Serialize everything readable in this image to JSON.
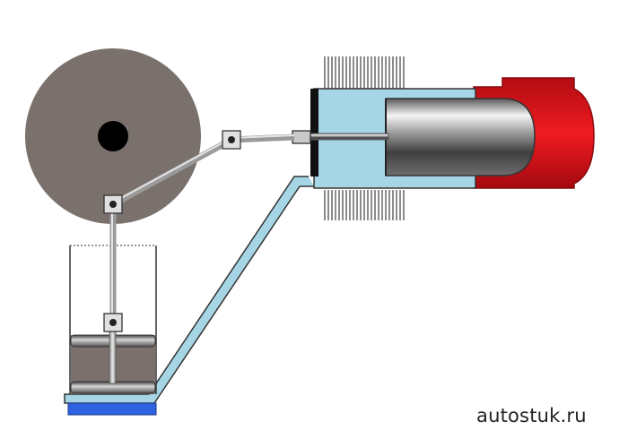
{
  "watermark": {
    "text": "autostuk.ru"
  },
  "colors": {
    "background": "#ffffff",
    "flywheel": "#7a716d",
    "flywheel_hub": "#000000",
    "hot_cap": "#e8151c",
    "hot_cap_edge": "#8a0a0e",
    "working_gas": "#a6d6e6",
    "cold_plate": "#2f62e0",
    "fins": "#7d7d7d",
    "rod": "#b8b8b8",
    "outline": "#333333"
  },
  "icons": {
    "flywheel": "flywheel",
    "power-piston": "chrome-cylinder-piston",
    "displacer": "double-disk-displacer"
  }
}
